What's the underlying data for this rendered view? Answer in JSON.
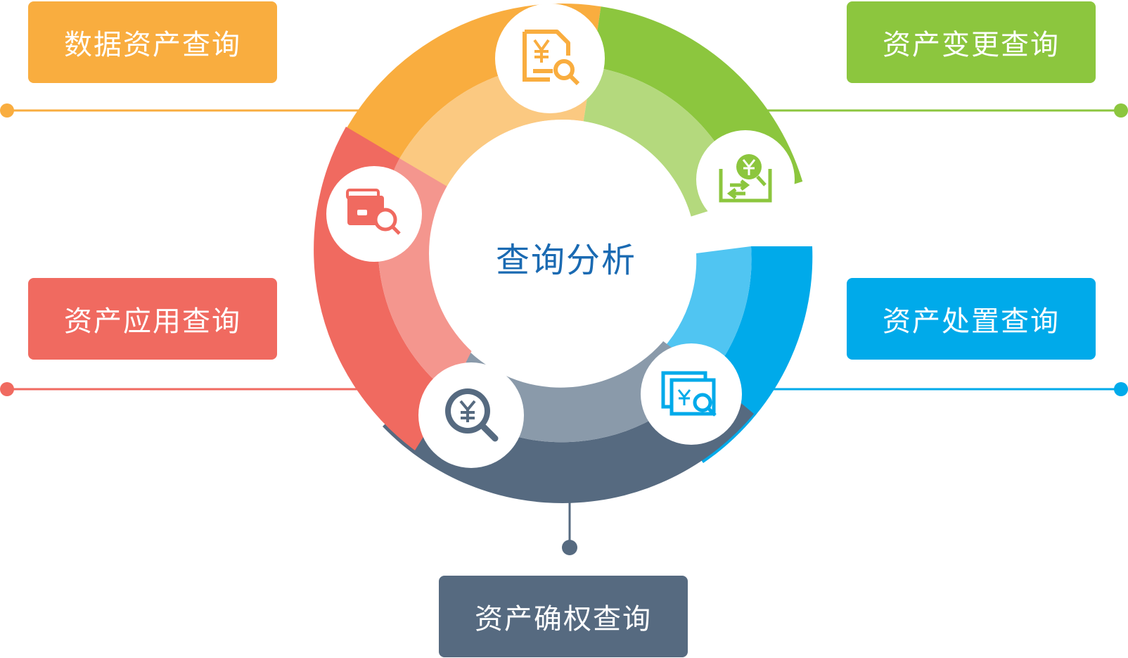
{
  "center": {
    "title": "查询分析",
    "color": "#1a6ab2"
  },
  "segments": [
    {
      "id": "data",
      "label": "数据资产查询",
      "color": "#f9ad3f",
      "light": "#fbc981",
      "icon": "yen-document-search-icon"
    },
    {
      "id": "change",
      "label": "资产变更查询",
      "color": "#8cc63e",
      "light": "#b4d97d",
      "icon": "yen-transfer-search-icon"
    },
    {
      "id": "disposal",
      "label": "资产处置查询",
      "color": "#00aaea",
      "light": "#50c5f2",
      "icon": "yen-cards-search-icon"
    },
    {
      "id": "rights",
      "label": "资产确权查询",
      "color": "#566a80",
      "light": "#8a9aaa",
      "icon": "yen-magnifier-icon"
    },
    {
      "id": "usage",
      "label": "资产应用查询",
      "color": "#f06a60",
      "light": "#f4968e",
      "icon": "wallet-search-icon"
    }
  ]
}
